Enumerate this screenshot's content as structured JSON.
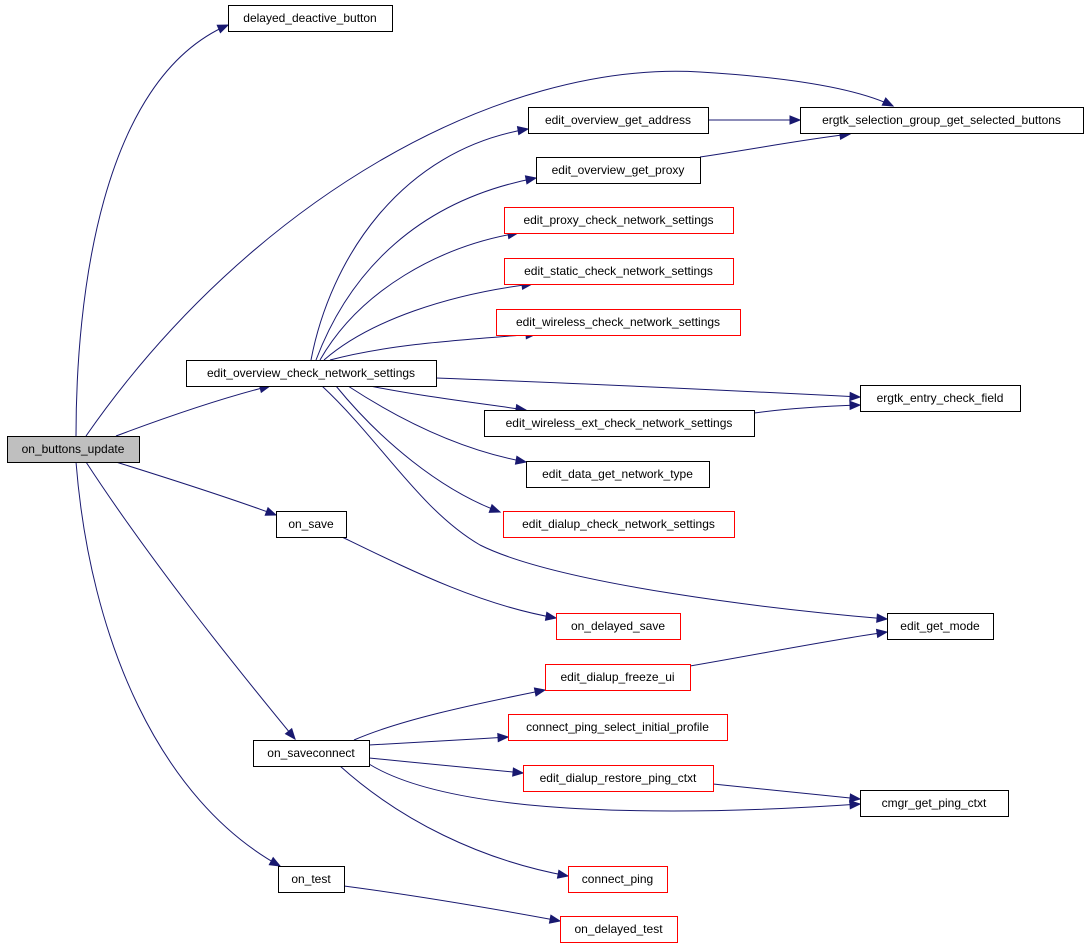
{
  "colors": {
    "edge": "#191970",
    "border_default": "#000000",
    "border_undocumented": "#ff0000",
    "root_fill": "#bfbfbf",
    "node_fill": "#ffffff"
  },
  "nodes": {
    "on_buttons_update": {
      "label": "on_buttons_update",
      "style": "root"
    },
    "delayed_deactive_button": {
      "label": "delayed_deactive_button",
      "style": "black"
    },
    "edit_overview_check_network_settings": {
      "label": "edit_overview_check_network_settings",
      "style": "black"
    },
    "on_save": {
      "label": "on_save",
      "style": "black"
    },
    "on_saveconnect": {
      "label": "on_saveconnect",
      "style": "black"
    },
    "on_test": {
      "label": "on_test",
      "style": "black"
    },
    "edit_overview_get_address": {
      "label": "edit_overview_get_address",
      "style": "black"
    },
    "edit_overview_get_proxy": {
      "label": "edit_overview_get_proxy",
      "style": "black"
    },
    "edit_proxy_check_network_settings": {
      "label": "edit_proxy_check_network_settings",
      "style": "red"
    },
    "edit_static_check_network_settings": {
      "label": "edit_static_check_network_settings",
      "style": "red"
    },
    "edit_wireless_check_network_settings": {
      "label": "edit_wireless_check_network_settings",
      "style": "red"
    },
    "edit_wireless_ext_check_network_settings": {
      "label": "edit_wireless_ext_check_network_settings",
      "style": "black"
    },
    "edit_data_get_network_type": {
      "label": "edit_data_get_network_type",
      "style": "black"
    },
    "edit_dialup_check_network_settings": {
      "label": "edit_dialup_check_network_settings",
      "style": "red"
    },
    "ergtk_selection_group_get_selected_buttons": {
      "label": "ergtk_selection_group_get_selected_buttons",
      "style": "black"
    },
    "ergtk_entry_check_field": {
      "label": "ergtk_entry_check_field",
      "style": "black"
    },
    "on_delayed_save": {
      "label": "on_delayed_save",
      "style": "red"
    },
    "edit_get_mode": {
      "label": "edit_get_mode",
      "style": "black"
    },
    "edit_dialup_freeze_ui": {
      "label": "edit_dialup_freeze_ui",
      "style": "red"
    },
    "connect_ping_select_initial_profile": {
      "label": "connect_ping_select_initial_profile",
      "style": "red"
    },
    "edit_dialup_restore_ping_ctxt": {
      "label": "edit_dialup_restore_ping_ctxt",
      "style": "red"
    },
    "cmgr_get_ping_ctxt": {
      "label": "cmgr_get_ping_ctxt",
      "style": "black"
    },
    "connect_ping": {
      "label": "connect_ping",
      "style": "red"
    },
    "on_delayed_test": {
      "label": "on_delayed_test",
      "style": "red"
    }
  },
  "edges": [
    {
      "from": "on_buttons_update",
      "to": "delayed_deactive_button"
    },
    {
      "from": "on_buttons_update",
      "to": "ergtk_selection_group_get_selected_buttons"
    },
    {
      "from": "on_buttons_update",
      "to": "edit_overview_check_network_settings"
    },
    {
      "from": "on_buttons_update",
      "to": "on_save"
    },
    {
      "from": "on_buttons_update",
      "to": "on_saveconnect"
    },
    {
      "from": "on_buttons_update",
      "to": "on_test"
    },
    {
      "from": "edit_overview_check_network_settings",
      "to": "edit_overview_get_address"
    },
    {
      "from": "edit_overview_check_network_settings",
      "to": "edit_overview_get_proxy"
    },
    {
      "from": "edit_overview_check_network_settings",
      "to": "edit_proxy_check_network_settings"
    },
    {
      "from": "edit_overview_check_network_settings",
      "to": "edit_static_check_network_settings"
    },
    {
      "from": "edit_overview_check_network_settings",
      "to": "edit_wireless_check_network_settings"
    },
    {
      "from": "edit_overview_check_network_settings",
      "to": "ergtk_entry_check_field"
    },
    {
      "from": "edit_overview_check_network_settings",
      "to": "edit_wireless_ext_check_network_settings"
    },
    {
      "from": "edit_overview_check_network_settings",
      "to": "edit_data_get_network_type"
    },
    {
      "from": "edit_overview_check_network_settings",
      "to": "edit_dialup_check_network_settings"
    },
    {
      "from": "edit_overview_check_network_settings",
      "to": "edit_get_mode"
    },
    {
      "from": "edit_overview_get_address",
      "to": "ergtk_selection_group_get_selected_buttons"
    },
    {
      "from": "edit_overview_get_proxy",
      "to": "ergtk_selection_group_get_selected_buttons"
    },
    {
      "from": "edit_wireless_ext_check_network_settings",
      "to": "ergtk_entry_check_field"
    },
    {
      "from": "on_save",
      "to": "on_delayed_save"
    },
    {
      "from": "on_saveconnect",
      "to": "edit_dialup_freeze_ui"
    },
    {
      "from": "on_saveconnect",
      "to": "connect_ping_select_initial_profile"
    },
    {
      "from": "on_saveconnect",
      "to": "edit_dialup_restore_ping_ctxt"
    },
    {
      "from": "on_saveconnect",
      "to": "cmgr_get_ping_ctxt"
    },
    {
      "from": "on_saveconnect",
      "to": "connect_ping"
    },
    {
      "from": "edit_dialup_freeze_ui",
      "to": "edit_get_mode"
    },
    {
      "from": "edit_dialup_restore_ping_ctxt",
      "to": "cmgr_get_ping_ctxt"
    },
    {
      "from": "on_test",
      "to": "on_delayed_test"
    }
  ]
}
